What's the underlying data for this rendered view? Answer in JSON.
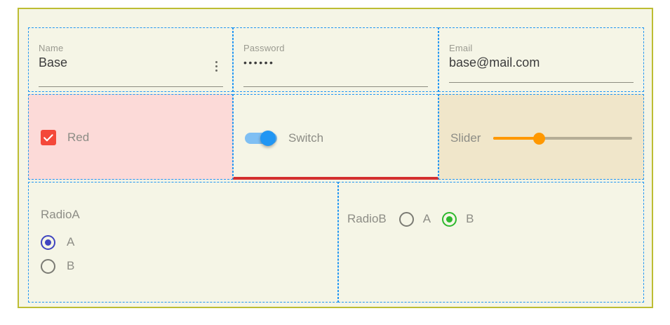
{
  "frame": {
    "border_color": "#bdbd33",
    "background": "#f5f5e6"
  },
  "grid": {
    "cell_border_color": "#2196f3",
    "cell_border_style": "dashed"
  },
  "row1": {
    "name_field": {
      "label": "Name",
      "value": "Base",
      "menu_icon": "kebab-menu-icon"
    },
    "password_field": {
      "label": "Password",
      "value": "••••••"
    },
    "email_field": {
      "label": "Email",
      "value": "base@mail.com"
    }
  },
  "row2": {
    "checkbox_cell": {
      "panel_color": "#fcdad8",
      "checkbox_label": "Red",
      "checkbox_checked": true,
      "checkbox_color": "#f4483a"
    },
    "switch_cell": {
      "switch_label": "Switch",
      "switch_on": true,
      "switch_color": "#2196f3",
      "accent_underline_color": "#d32f2f"
    },
    "slider_cell": {
      "panel_color": "#f0e6ca",
      "slider_label": "Slider",
      "slider_value": 33,
      "slider_min": 0,
      "slider_max": 100,
      "slider_color": "#ff9800",
      "slider_track_color": "#b5ad96"
    }
  },
  "row3": {
    "radio_a": {
      "label": "RadioA",
      "selected": "A",
      "accent": "#3f44c0",
      "options": [
        {
          "label": "A",
          "selected": true
        },
        {
          "label": "B",
          "selected": false
        }
      ]
    },
    "radio_b": {
      "label": "RadioB",
      "selected": "B",
      "accent": "#2eb82e",
      "options": [
        {
          "label": "A",
          "selected": false
        },
        {
          "label": "B",
          "selected": true
        }
      ]
    }
  }
}
